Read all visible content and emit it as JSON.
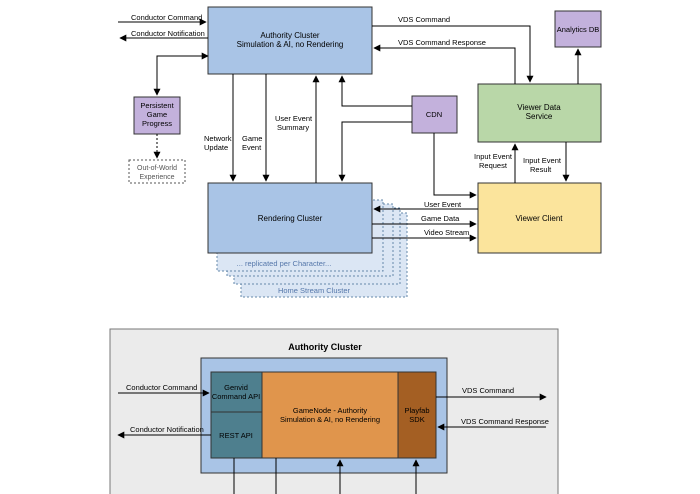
{
  "top_diagram": {
    "authority_cluster": [
      "Authority Cluster",
      "Simulation & AI, no Rendering"
    ],
    "analytics_db": "Analytics DB",
    "persistent_game_progress": [
      "Persistent",
      "Game",
      "Progress"
    ],
    "out_of_world": [
      "Out-of-World",
      "Experience"
    ],
    "cdn": "CDN",
    "viewer_data_service": [
      "Viewer Data",
      "Service"
    ],
    "rendering_cluster": "Rendering Cluster",
    "replicated_label": "... replicated per Character...",
    "home_stream_cluster": "Home Stream Cluster",
    "viewer_client": "Viewer Client",
    "edges": {
      "conductor_command": "Conductor Command",
      "conductor_notification": "Conductor Notification",
      "vds_command": "VDS Command",
      "vds_command_response": "VDS Command Response",
      "network_update": [
        "Network",
        "Update"
      ],
      "game_event": [
        "Game",
        "Event"
      ],
      "user_event_summary": [
        "User Event",
        "Summary"
      ],
      "input_event_request": [
        "Input Event",
        "Request"
      ],
      "input_event_result": [
        "Input Event",
        "Result"
      ],
      "user_event": "User Event",
      "game_data": "Game Data",
      "video_stream": "Video Stream"
    }
  },
  "bottom_diagram": {
    "title": "Authority Cluster",
    "genvid_api": [
      "Genvid",
      "Command API"
    ],
    "rest_api": "REST API",
    "gamenode": [
      "GameNode - Authority",
      "Simulation & AI, no Rendering"
    ],
    "playfab": [
      "Playfab",
      "SDK"
    ],
    "edges": {
      "conductor_command": "Conductor Command",
      "conductor_notification": "Conductor Notification",
      "vds_command": "VDS Command",
      "vds_command_response": "VDS Command Response"
    }
  },
  "colors": {
    "blue_box": "#a9c4e6",
    "purple_box": "#c3b1dc",
    "green_box": "#b9d7a8",
    "yellow_box": "#fbe49c",
    "teal_box": "#4e7f8e",
    "orange_box": "#e0954c",
    "brown_box": "#a45f23",
    "panel_gray": "#ebebeb"
  }
}
